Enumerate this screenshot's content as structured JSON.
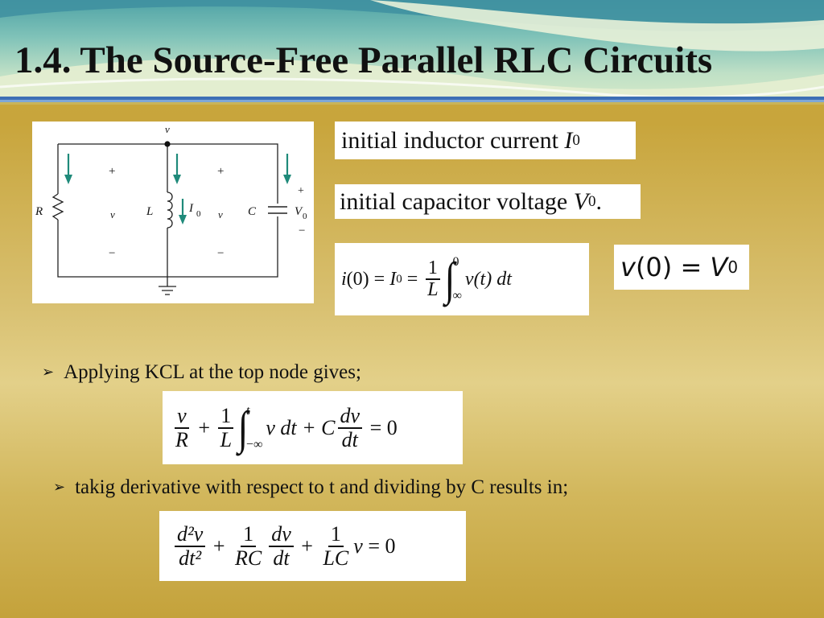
{
  "slide": {
    "title": "1.4. The Source-Free Parallel RLC Circuits"
  },
  "circuit": {
    "labels": {
      "node": "v",
      "R": "R",
      "L": "L",
      "C": "C",
      "v_R": "v",
      "v_L": "v",
      "plus": "+",
      "minus": "−",
      "I0": "I",
      "I0_sub": "0",
      "V0": "V",
      "V0_sub": "0"
    }
  },
  "conditions": {
    "inductor_text": "initial inductor current ",
    "inductor_sym": "I",
    "inductor_sub": "0",
    "capacitor_text": "initial capacitor voltage ",
    "capacitor_sym": "V",
    "capacitor_sub": "0",
    "capacitor_end": "."
  },
  "eq_i0": {
    "lhs": "i",
    "arg": "(0) = ",
    "I": "I",
    "sub": "0",
    "eq": " = ",
    "num": "1",
    "den": "L",
    "up": "0",
    "low": "∞",
    "v": "v",
    "t": "(t) dt"
  },
  "eq_v0": {
    "v": "v",
    "arg": "(0) = ",
    "V": "V",
    "sub": "0"
  },
  "bullets": {
    "kcl": "Applying KCL at the top node gives;",
    "derivative": "takig derivative with respect to t and dividing by C results in;",
    "marker": "➢"
  },
  "eq_kcl": {
    "n1": "v",
    "d1": "R",
    "plus": " + ",
    "n2": "1",
    "d2": "L",
    "up": "t",
    "low": "−∞",
    "body": "v dt + C",
    "n3": "dv",
    "d3": "dt",
    "tail": " = 0"
  },
  "eq_ode": {
    "n1": "d²v",
    "d1": "dt²",
    "plus": " + ",
    "n2": "1",
    "d2": "RC",
    "n3": "dv",
    "d3": "dt",
    "n4": "1",
    "d4": "LC",
    "v": "v",
    "tail": " = 0"
  }
}
